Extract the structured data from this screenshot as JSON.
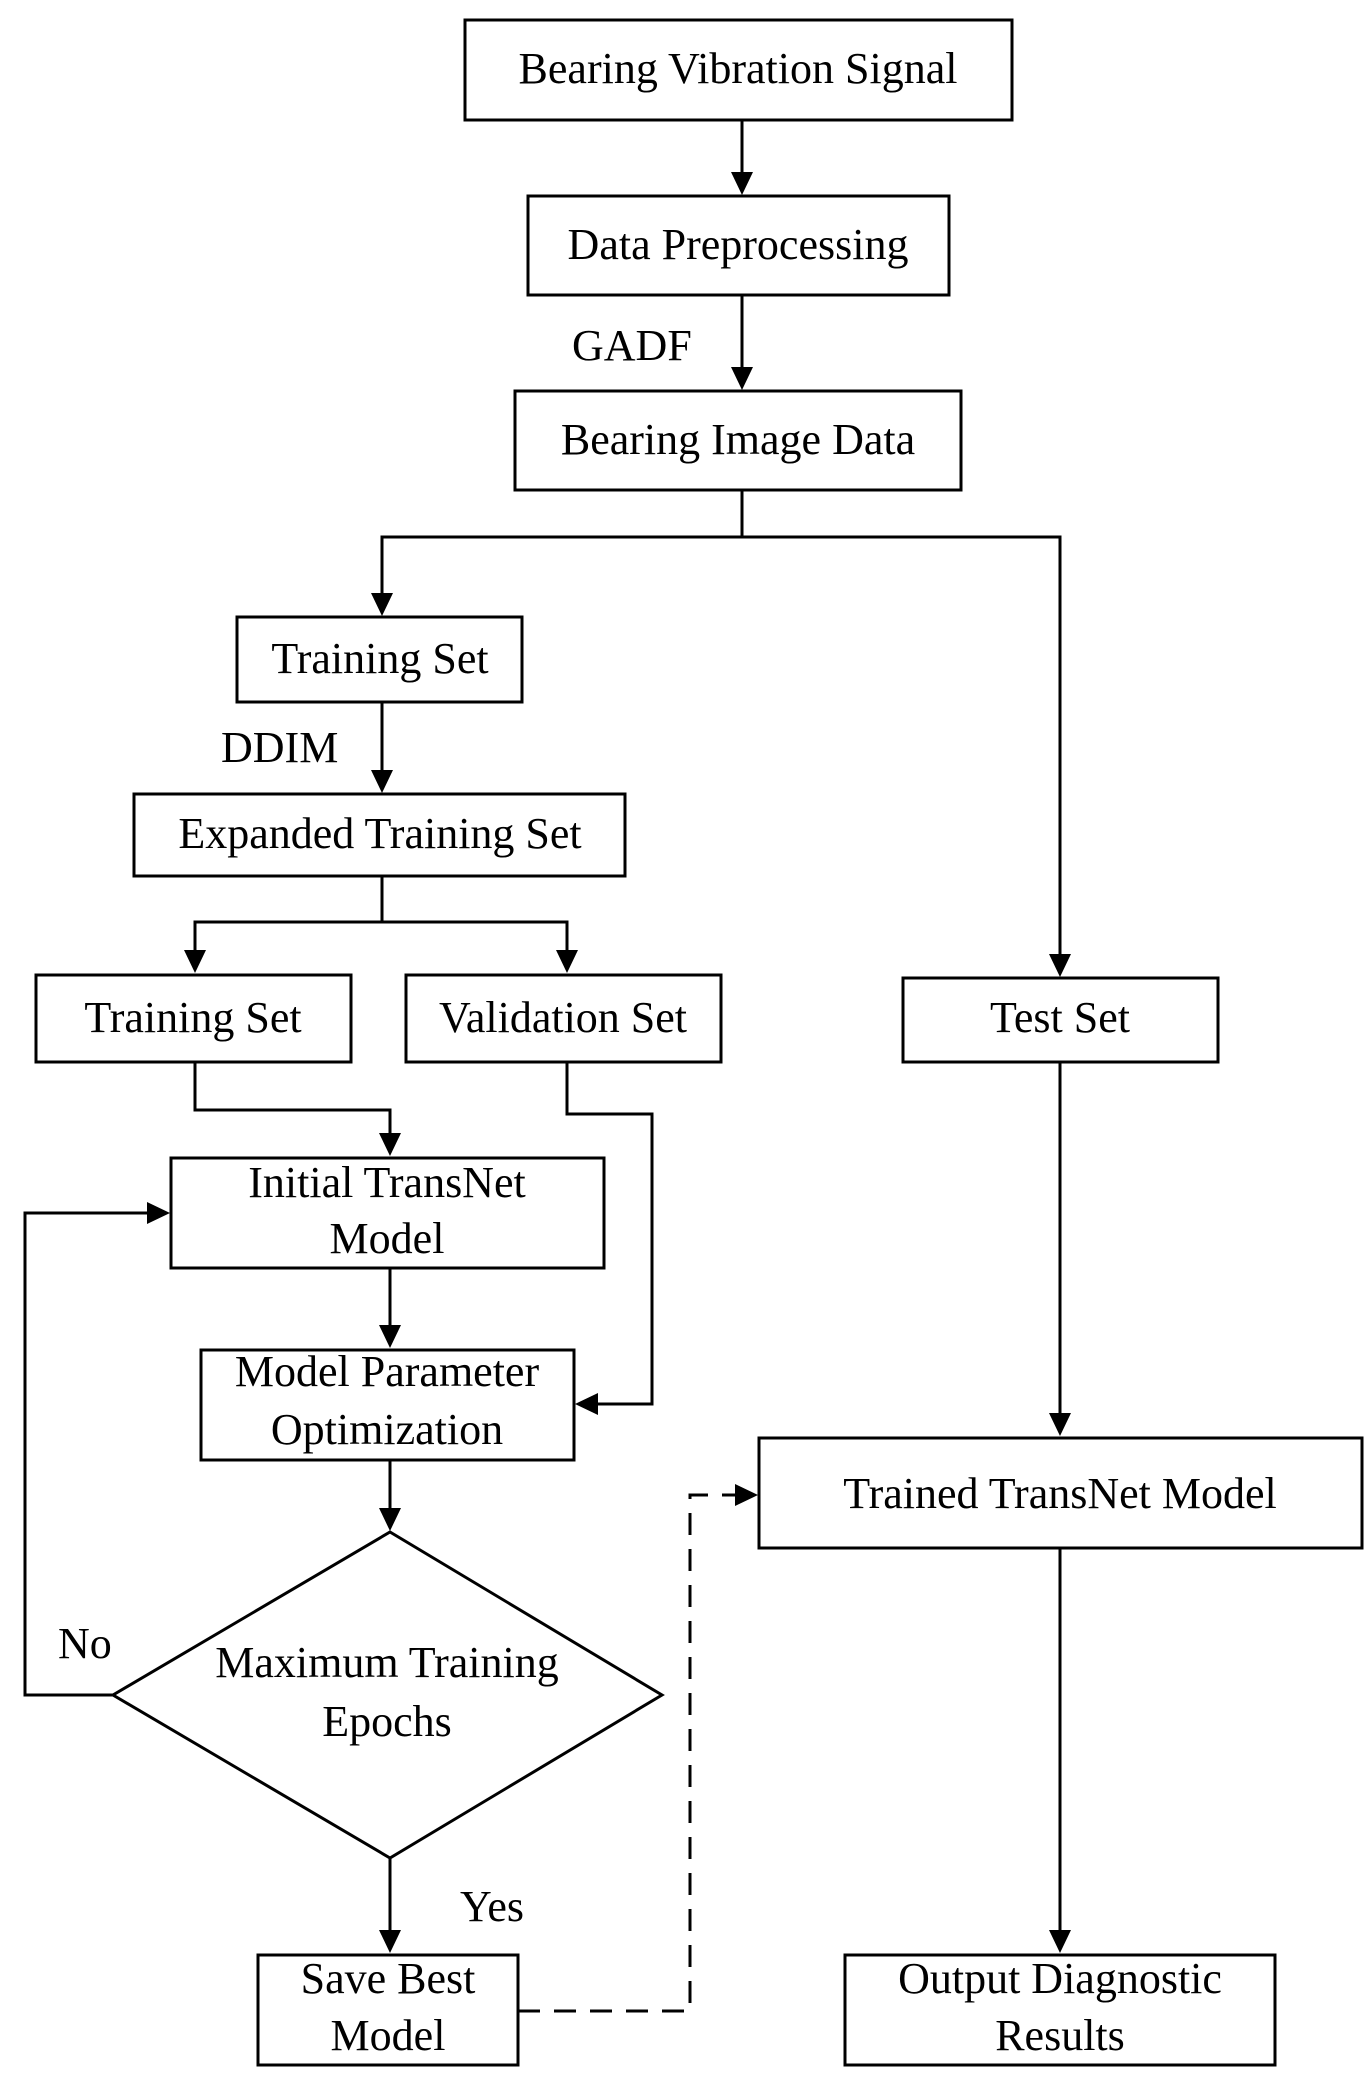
{
  "nodes": {
    "bearing_vibration_signal": "Bearing Vibration Signal",
    "data_preprocessing": "Data Preprocessing",
    "bearing_image_data": "Bearing Image Data",
    "training_set_initial": "Training Set",
    "expanded_training_set": "Expanded Training Set",
    "training_set_split": "Training Set",
    "validation_set": "Validation Set",
    "test_set": "Test Set",
    "initial_transnet_model": [
      "Initial TransNet",
      "Model"
    ],
    "model_parameter_optimization": [
      "Model Parameter",
      "Optimization"
    ],
    "maximum_training_epochs": [
      "Maximum Training",
      "Epochs"
    ],
    "save_best_model": [
      "Save Best",
      "Model"
    ],
    "trained_transnet_model": "Trained TransNet Model",
    "output_diagnostic_results": [
      "Output Diagnostic",
      "Results"
    ]
  },
  "edge_labels": {
    "gadf": "GADF",
    "ddim": "DDIM",
    "no": "No",
    "yes": "Yes"
  }
}
